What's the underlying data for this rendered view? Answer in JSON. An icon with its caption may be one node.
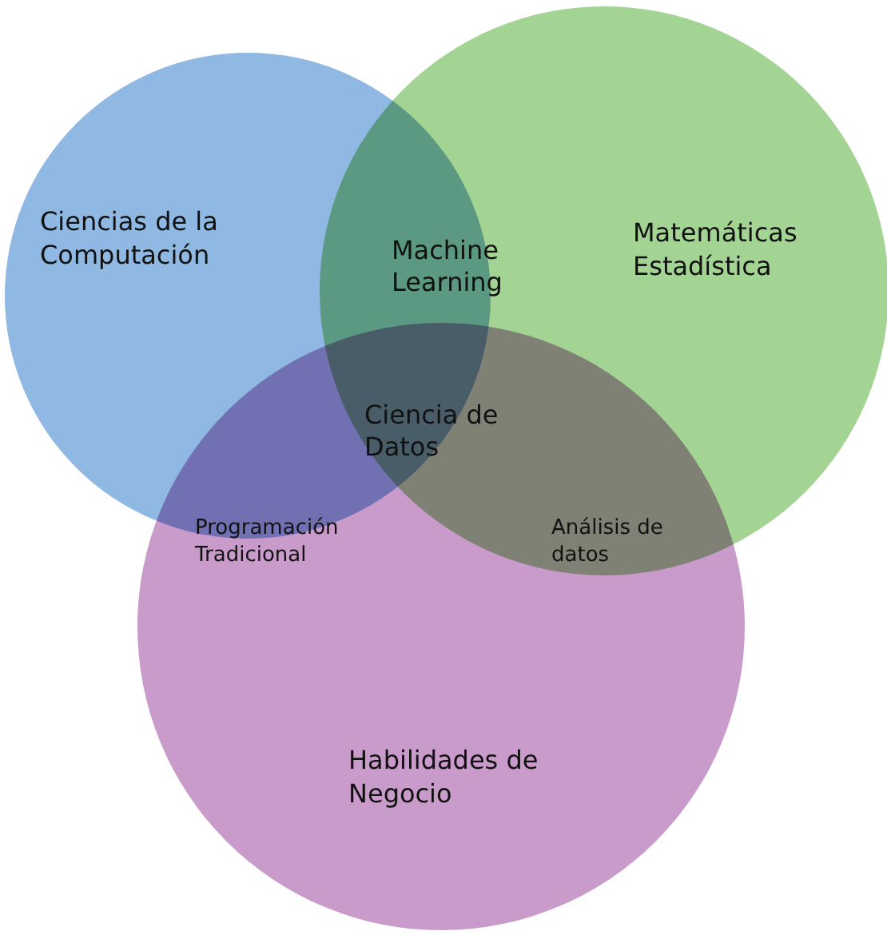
{
  "diagram": {
    "nodes": [
      {
        "text": [
          "Ciencias de la Computación"
        ]
      },
      {
        "text": [
          "Matemáticas Estadística"
        ]
      },
      {
        "text": [
          "Habilidades de Negocio"
        ]
      }
    ],
    "labels": [
      "Machine Learning",
      "Ciencia de Datos",
      "Programación Tradicional",
      "Análisis de datos"
    ]
  }
}
